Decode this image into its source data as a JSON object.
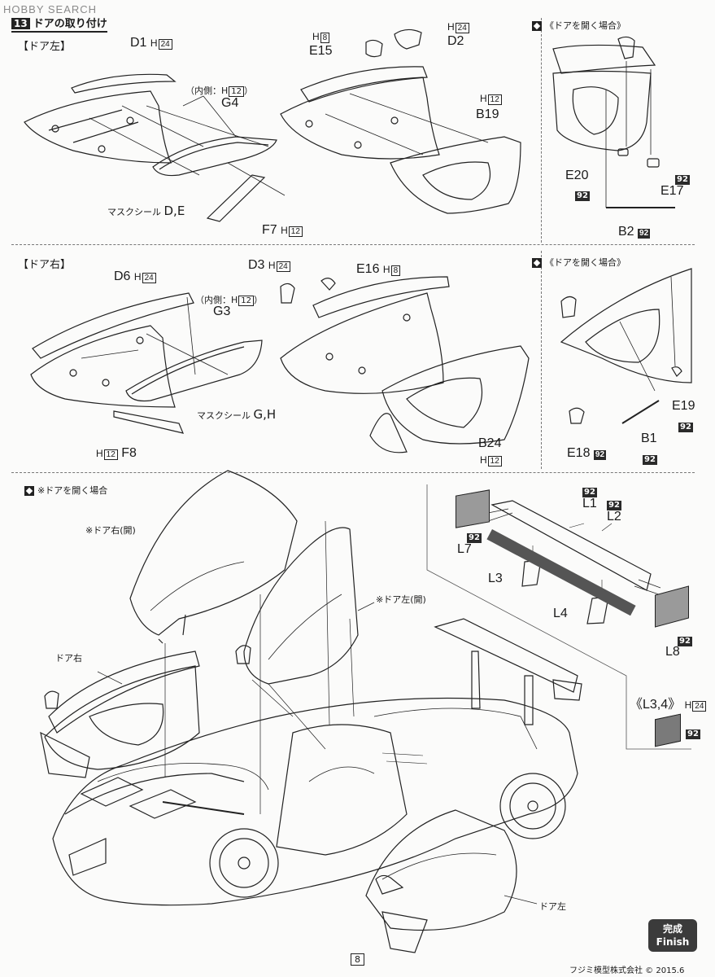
{
  "watermark": "HOBBY SEARCH",
  "step": {
    "number": "13",
    "title": "ドアの取り付け"
  },
  "sections": {
    "left_door": {
      "heading": "【ドア左】"
    },
    "right_door": {
      "heading": "【ドア右】"
    },
    "open_top": {
      "heading": "《ドアを開く場合》"
    },
    "open_mid": {
      "heading": "《ドアを開く場合》"
    },
    "open_bottom": {
      "heading": "※ドアを開く場合"
    }
  },
  "labels": {
    "d1": "D1",
    "d1_h": "24",
    "g4": "G4",
    "g4_inner": "（内側：H",
    "g4_inner_num": "12",
    "g4_inner_close": "）",
    "mask_de": "マスクシール",
    "mask_de_parts": "D,E",
    "f7": "F7",
    "f7_h": "12",
    "h8_top": "8",
    "e15": "E15",
    "d2": "D2",
    "d2_h": "24",
    "b19": "B19",
    "b19_h": "12",
    "e20": "E20",
    "e20_p": "92",
    "e17": "E17",
    "e17_p": "92",
    "b2": "B2",
    "b2_p": "92",
    "d6": "D6",
    "d6_h": "24",
    "g3": "G3",
    "g3_inner": "（内側：H",
    "g3_inner_num": "12",
    "g3_inner_close": "）",
    "mask_gh": "マスクシール",
    "mask_gh_parts": "G,H",
    "f8": "F8",
    "f8_h": "12",
    "d3": "D3",
    "d3_h": "24",
    "e16": "E16",
    "e16_h": "8",
    "b24": "B24",
    "b24_h": "12",
    "e18": "E18",
    "e18_p": "92",
    "b1": "B1",
    "b1_p": "92",
    "e19": "E19",
    "e19_p": "92",
    "door_right_open": "※ドア右(開)",
    "door_left_open": "※ドア左(開)",
    "door_right": "ドア右",
    "door_left": "ドア左",
    "l1": "L1",
    "l1_p": "92",
    "l2": "L2",
    "l2_p": "92",
    "l7": "L7",
    "l7_p": "92",
    "l3": "L3",
    "l4": "L4",
    "l8": "L8",
    "l8_p": "92",
    "l34": "《L3,4》",
    "l34_h": "24",
    "l34_p": "92",
    "h_prefix": "H"
  },
  "finish": {
    "jp": "完成",
    "en": "Finish"
  },
  "page_number": "8",
  "copyright": "フジミ模型株式会社 © 2015.6"
}
